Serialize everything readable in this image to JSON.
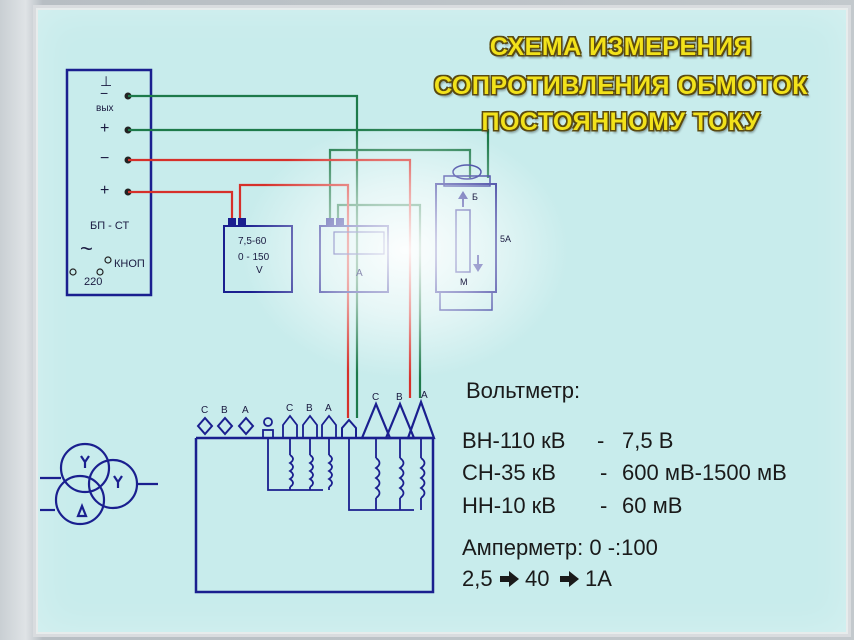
{
  "title": {
    "line1": "СХЕМА ИЗМЕРЕНИЯ",
    "line2": "СОПРОТИВЛЕНИЯ ОБМОТОК",
    "line3": "ПОСТОЯННОМУ ТОКУ"
  },
  "power_supply": {
    "terminals": [
      "⊥",
      "−",
      "+",
      "−",
      "+"
    ],
    "output_label": "вых",
    "name": "БП - СТ",
    "ac_symbol": "~",
    "button_label": "КНОП",
    "voltage": "220"
  },
  "voltmeter_device": {
    "range": "7,5-60",
    "scale": "0 - 150",
    "unit": "V"
  },
  "ammeter_device": {
    "unit": "A"
  },
  "shunt_device": {
    "label_top": "Б",
    "label_side": "5А",
    "label_bottom": "М"
  },
  "transformer": {
    "terminals_left": [
      "С",
      "В",
      "А"
    ],
    "terminals_mid": [
      "С",
      "В",
      "А"
    ],
    "terminals_right": [
      "С",
      "В",
      "А"
    ]
  },
  "wire_colors": {
    "green": "#1d7a4a",
    "red": "#d6302a",
    "blue": "#1a1f8f"
  },
  "specs": {
    "voltmeter_label": "Вольтметр:",
    "rows": [
      {
        "winding": "ВН-110 кВ",
        "dash": "-",
        "value": "7,5 В"
      },
      {
        "winding": "СН-35 кВ",
        "dash": "-",
        "value": "600 мВ-1500 мВ"
      },
      {
        "winding": "НН-10 кВ",
        "dash": "-",
        "value": "60 мВ"
      }
    ],
    "ammeter_line": "Амперметр: 0 -:100",
    "ammeter_ranges": [
      "2,5",
      "40",
      "1А"
    ]
  }
}
